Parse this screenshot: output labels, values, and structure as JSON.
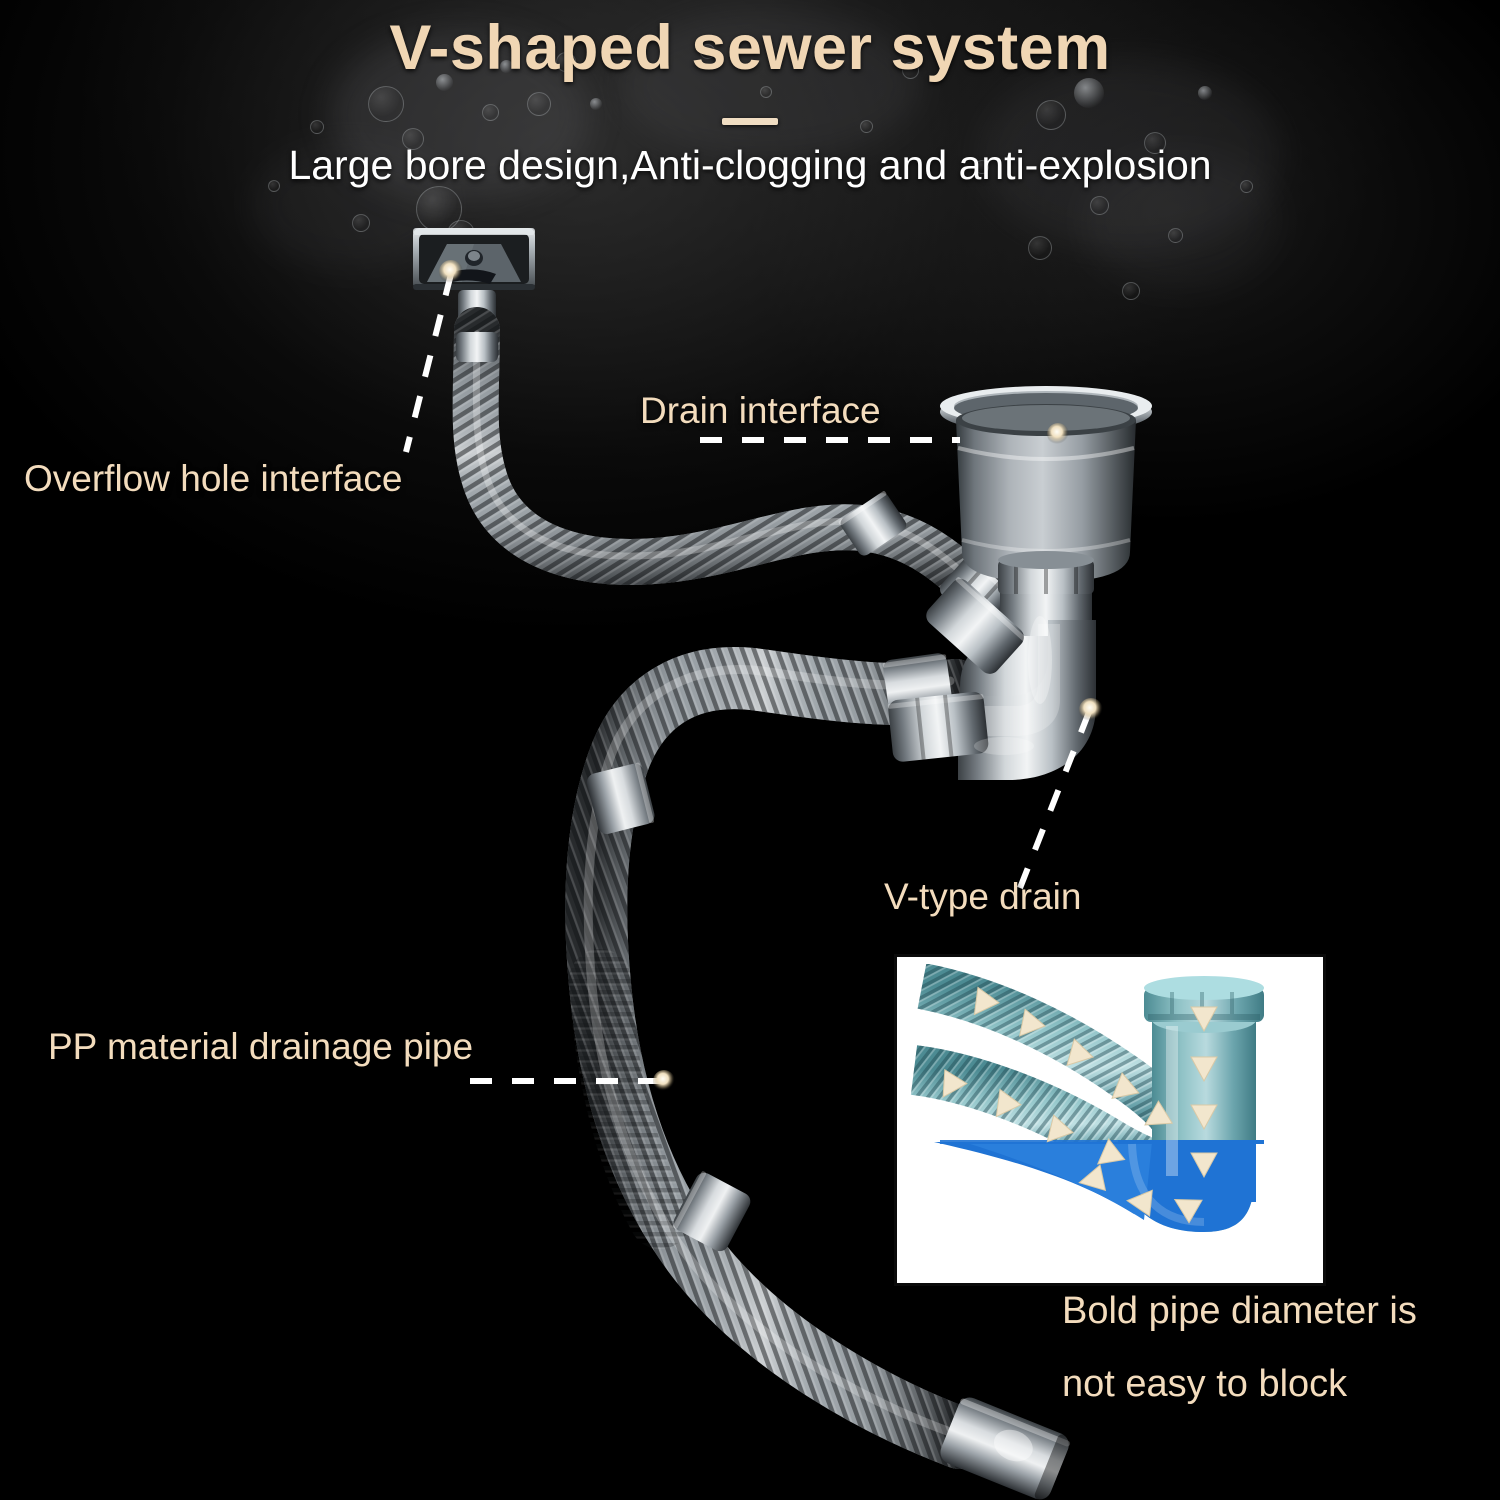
{
  "header": {
    "title": "V-shaped sewer system",
    "subtitle": "Large bore design,Anti-clogging and anti-explosion"
  },
  "labels": {
    "overflow": "Overflow hole interface",
    "drain_interface": "Drain interface",
    "v_type": "V-type drain",
    "pp_pipe": "PP material drainage pipe"
  },
  "caption": {
    "line1": "Bold pipe diameter is",
    "line2": "not easy to block"
  },
  "colors": {
    "title": "#f0d6b4",
    "subtitle": "#ffffff",
    "label": "#f3dcbd",
    "background": "#000000",
    "leader": "#ffffff",
    "pipe_gray": "#9aa0a4",
    "inset_pipe_teal": "#5e9aa0",
    "inset_water_blue": "#1f73d4",
    "inset_arrow": "#f2e6cd",
    "inset_frame": "#ffffff"
  },
  "inset": {
    "name": "flow-cutaway-diagram",
    "description": "Cutaway of V-trap showing water flow direction arrows"
  }
}
